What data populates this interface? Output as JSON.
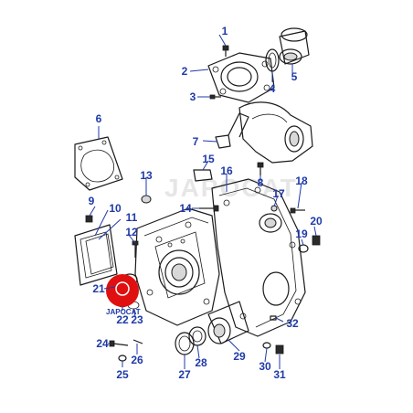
{
  "callouts": [
    "1",
    "2",
    "3",
    "4",
    "5",
    "6",
    "7",
    "8",
    "9",
    "10",
    "11",
    "12",
    "13",
    "14",
    "15",
    "16",
    "17",
    "18",
    "19",
    "20",
    "21",
    "22",
    "23",
    "24",
    "25",
    "26",
    "27",
    "28",
    "29",
    "30",
    "31",
    "32"
  ],
  "watermark": "JAPOCAT",
  "logo": {
    "text": "JAPOCAT",
    "color": "#e01010"
  },
  "colors": {
    "callout": "#1f3aa8",
    "line": "#1a1a1a"
  }
}
